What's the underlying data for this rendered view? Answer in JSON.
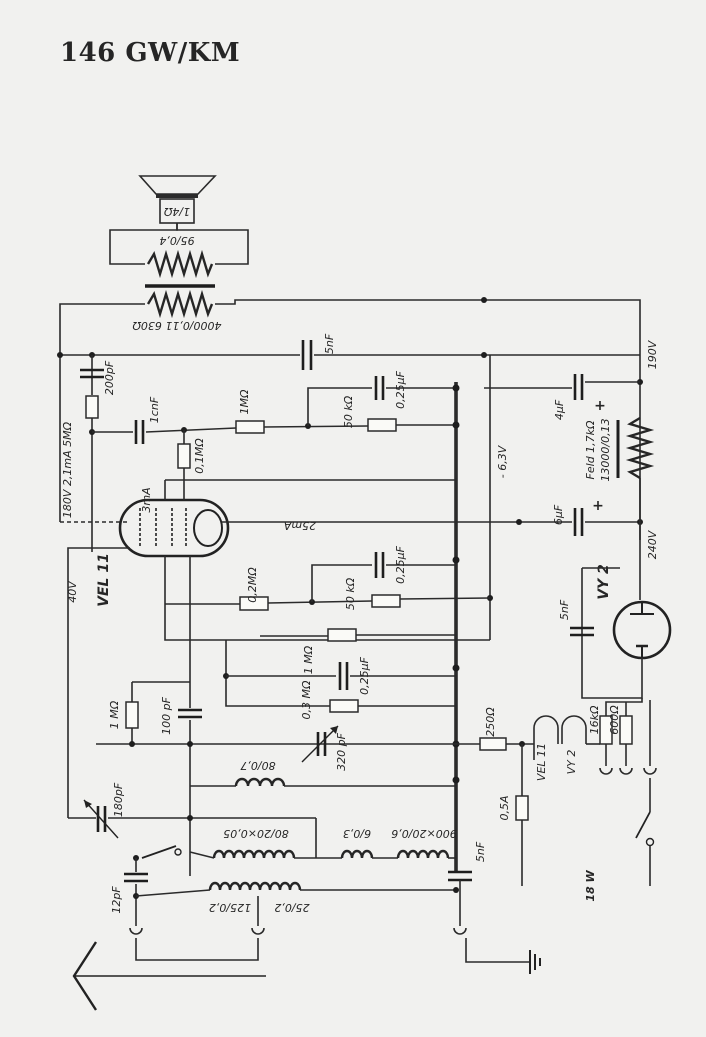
{
  "title": "146 GW/KM",
  "labels": {
    "speaker_box": "1/4Ω",
    "out_trans_sec": "95/0,4",
    "out_trans_pri": "4000/0,11 630Ω",
    "c_5nF_top": "5nF",
    "v190": "190V",
    "c_200pF": "200pF",
    "r_1M_top": "1MΩ",
    "c_025_top": "0,25µF",
    "r_50k_top": "50 kΩ",
    "c_4uF": "4µF",
    "plus_top": "+",
    "c_1nF": "1cnF",
    "r_5M": "180V 2,1mA 5MΩ",
    "r_01M": "0,1MΩ",
    "v63": "- 6,3V",
    "feld": "Feld 1,7kΩ",
    "feld2": "13000/0,13",
    "i_3mA": "3mA",
    "c_6uF": "6µF",
    "plus_mid": "+",
    "i_25mA": "25mA",
    "v240": "240V",
    "vel11": "VEL 11",
    "v40": "40V",
    "r_02M": "0,2MΩ",
    "c_025_mid": "0,25µF",
    "r_50k_mid": "50 kΩ",
    "vy2": "VY 2",
    "c_5nF_vy": "5nF",
    "r_1M_mid": "1 MΩ",
    "c_025_low": "0,25µF",
    "r_03M": "0,3 MΩ",
    "r_1M_left": "1 MΩ",
    "c_100pF": "100 pF",
    "c_320pF": "320 pF",
    "r_250": "250Ω",
    "fil_vel11": "VEL 11",
    "fil_vy2": "VY 2",
    "r_16k": "16kΩ",
    "r_600": "600Ω",
    "coil_80_7": "80/0,7",
    "c_180pF": "180pF",
    "fuse": "0,5A",
    "coil_80_20": "80/20×0,05",
    "coil_6_03": "6/0,3",
    "coil_900": "900×20/0,6",
    "c_5nF_low": "5nF",
    "power": "18 W",
    "c_12pF": "12pF",
    "coil_125": "125/0,2",
    "coil_25": "25/0,2"
  }
}
